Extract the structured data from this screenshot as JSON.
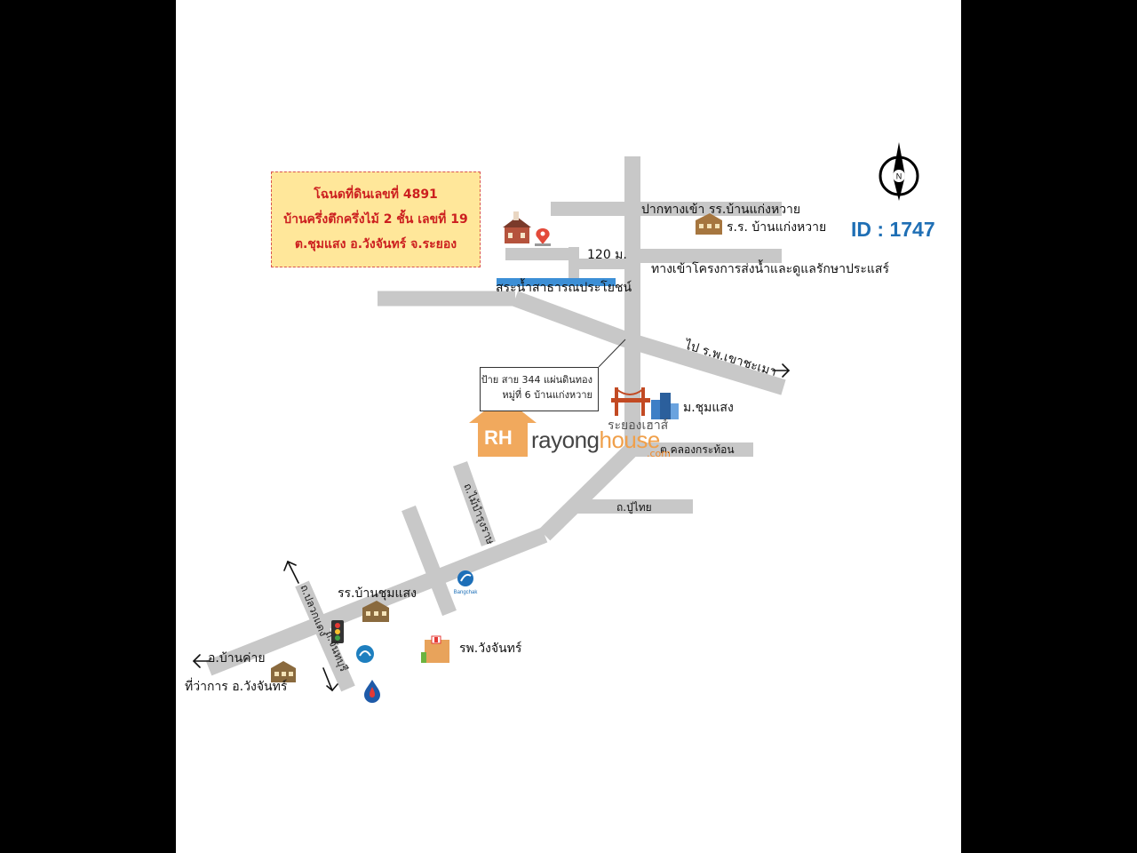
{
  "id_label": "ID : 1747",
  "deed_box": {
    "line1": "โฉนดที่ดินเลขที่ 4891",
    "line2": "บ้านครึ่งตึกครึ่งไม้ 2 ชั้น เลขที่ 19",
    "line3": "ต.ชุมแสง อ.วังจันทร์ จ.ระยอง"
  },
  "labels": {
    "school_entrance": "ปากทางเข้า รร.บ้านแก่งหวาย",
    "school_kaengwai": "ร.ร. บ้านแก่งหวาย",
    "distance": "120 ม.",
    "irrigation": "ทางเข้าโครงการส่งน้ำและดูแลรักษาประแสร์",
    "pond": "สระน้ำสาธารณประโยชน์",
    "to_hospital": "ไป ร.พ.เขาชะเมา",
    "chumsaeng_village": "ม.ชุมแสง",
    "khlong_krathon": "ต.คลองกระท้อน",
    "pu_thai": "ถ.ปู่ไทย",
    "mai_banrung": "ถ.ไม้บำรุงราษ",
    "school_chumsaeng": "รร.บ้านชุมแสง",
    "hospital_wangchan": "รพ.วังจันทร์",
    "ban_khai": "อ.บ้านค่าย",
    "district_office": "ที่ว่าการ อ.วังจันทร์",
    "road_up": "ถ.ปลวกแดง",
    "road_down": "ถ.จันทบุรี",
    "bangchak": "Bangchak"
  },
  "callout": {
    "line1": "ป้าย สาย 344 แผ่นดินทอง",
    "line2": "หมู่ที่ 6 บ้านแก่งหวาย"
  },
  "logo": {
    "rh": "RH",
    "rayong": "rayong",
    "house": "house",
    "com": ".com",
    "thai": "ระยองเฮาส์"
  },
  "compass": {
    "north": "N"
  },
  "colors": {
    "road": "#c8c8c8",
    "deed_fill": "#ffe79a",
    "deed_text": "#cc1f1f",
    "id_text": "#1f6fb5",
    "logo_orange": "#f0a04b",
    "pond": "#3c8fd6"
  }
}
